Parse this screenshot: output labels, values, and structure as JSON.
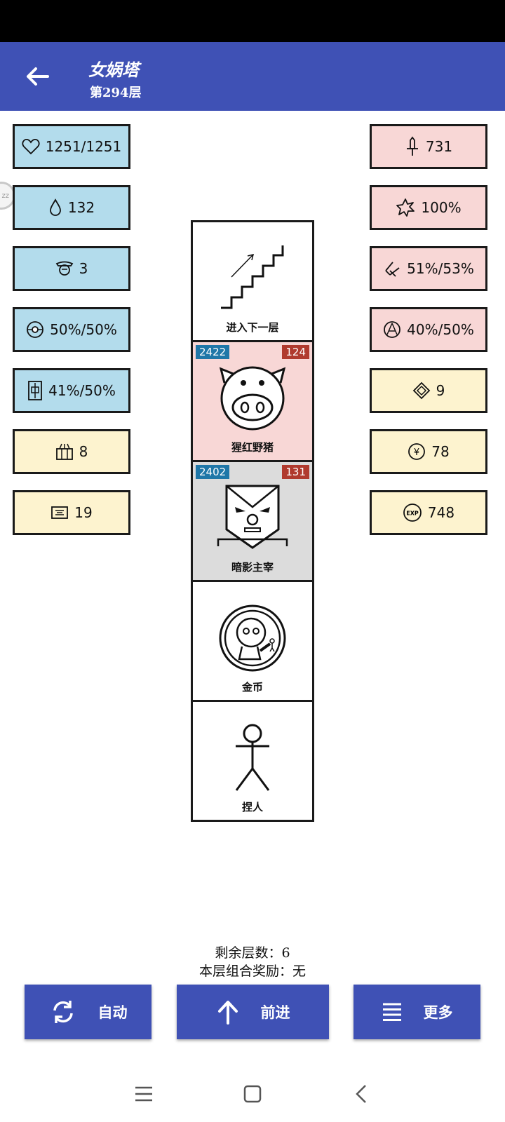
{
  "header": {
    "title": "女娲塔",
    "subtitle": "第294层"
  },
  "left_stats": [
    {
      "icon": "heart-icon",
      "value": "1251/1251",
      "color": "#b3dcec"
    },
    {
      "icon": "drop-icon",
      "value": "132",
      "color": "#b3dcec"
    },
    {
      "icon": "helmet-icon",
      "value": "3",
      "color": "#b3dcec"
    },
    {
      "icon": "shield-ring-icon",
      "value": "50%/50%",
      "color": "#b3dcec"
    },
    {
      "icon": "armor-icon",
      "value": "41%/50%",
      "color": "#b3dcec"
    },
    {
      "icon": "chest-icon",
      "value": "8",
      "color": "#fdf3cf"
    },
    {
      "icon": "card-icon",
      "value": "19",
      "color": "#fdf3cf"
    }
  ],
  "right_stats": [
    {
      "icon": "sword-icon",
      "value": "731",
      "color": "#f8d7d6"
    },
    {
      "icon": "burst-icon",
      "value": "100%",
      "color": "#f8d7d6"
    },
    {
      "icon": "slash-icon",
      "value": "51%/53%",
      "color": "#f8d7d6"
    },
    {
      "icon": "pierce-icon",
      "value": "40%/50%",
      "color": "#f8d7d6"
    },
    {
      "icon": "diamond-icon",
      "value": "9",
      "color": "#fdf3cf"
    },
    {
      "icon": "yen-coin-icon",
      "value": "78",
      "color": "#fdf3cf"
    },
    {
      "icon": "exp-icon",
      "value": "748",
      "color": "#fdf3cf"
    }
  ],
  "tower": {
    "stairs": {
      "label": "进入下一层"
    },
    "pig": {
      "label": "猩红野猪",
      "hp": "2422",
      "atk": "124"
    },
    "shadow": {
      "label": "暗影主宰",
      "hp": "2402",
      "atk": "131"
    },
    "coin": {
      "label": "金币"
    },
    "player": {
      "label": "捏人"
    }
  },
  "info": {
    "remaining": "剩余层数：6",
    "reward": "本层组合奖励：无"
  },
  "buttons": {
    "auto": "自动",
    "forward": "前进",
    "more": "更多"
  }
}
